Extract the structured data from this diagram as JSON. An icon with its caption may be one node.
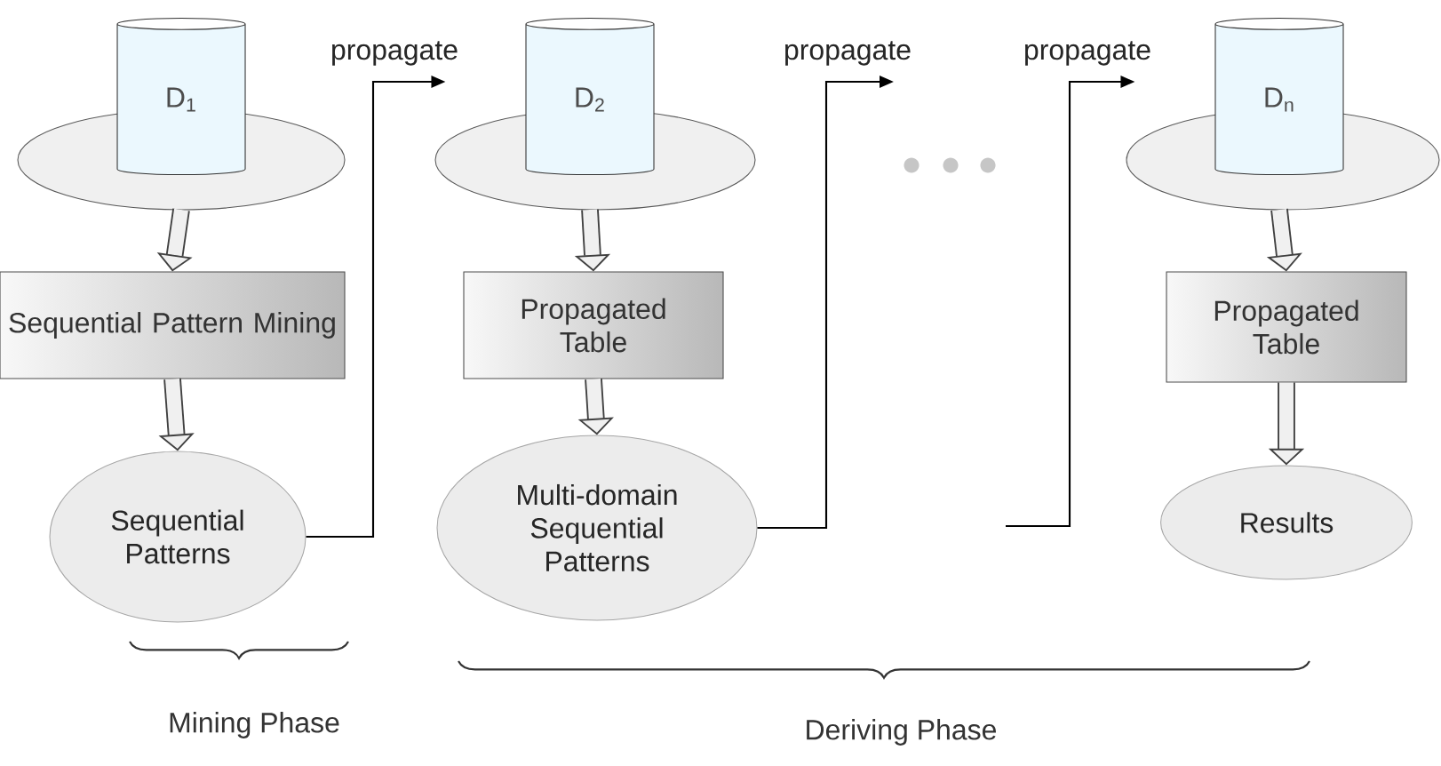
{
  "diagram": {
    "nodes": [
      {
        "text": [
          "D$_{1}$"
        ]
      },
      {
        "text": [
          "Sequential Pattern Mining"
        ]
      },
      {
        "text": [
          "Sequential Patterns"
        ]
      },
      {
        "text": [
          "D$_{2}$"
        ]
      },
      {
        "text": [
          "Propagated Table"
        ]
      },
      {
        "text": [
          "Multi-domain Sequential Patterns"
        ]
      },
      {
        "text": [
          "D$_{n}$"
        ]
      },
      {
        "text": [
          "Propagated Table"
        ]
      },
      {
        "text": [
          "Results"
        ]
      }
    ],
    "edges": [
      {
        "from": 0,
        "to": 1,
        "arrow": "to"
      },
      {
        "from": 1,
        "to": 2,
        "arrow": "to"
      },
      {
        "from": 2,
        "to": 3,
        "arrow": "to",
        "label": "propagate"
      },
      {
        "from": 3,
        "to": 4,
        "arrow": "to"
      },
      {
        "from": 4,
        "to": 5,
        "arrow": "to"
      },
      {
        "from": 5,
        "to": null,
        "arrow": "to",
        "label": "propagate"
      },
      {
        "from": null,
        "to": 6,
        "arrow": "to",
        "label": "propagate"
      },
      {
        "from": 6,
        "to": 7,
        "arrow": "to"
      },
      {
        "from": 7,
        "to": 8,
        "arrow": "to"
      }
    ],
    "labels": [
      "Mining Phase",
      "Deriving Phase"
    ]
  }
}
